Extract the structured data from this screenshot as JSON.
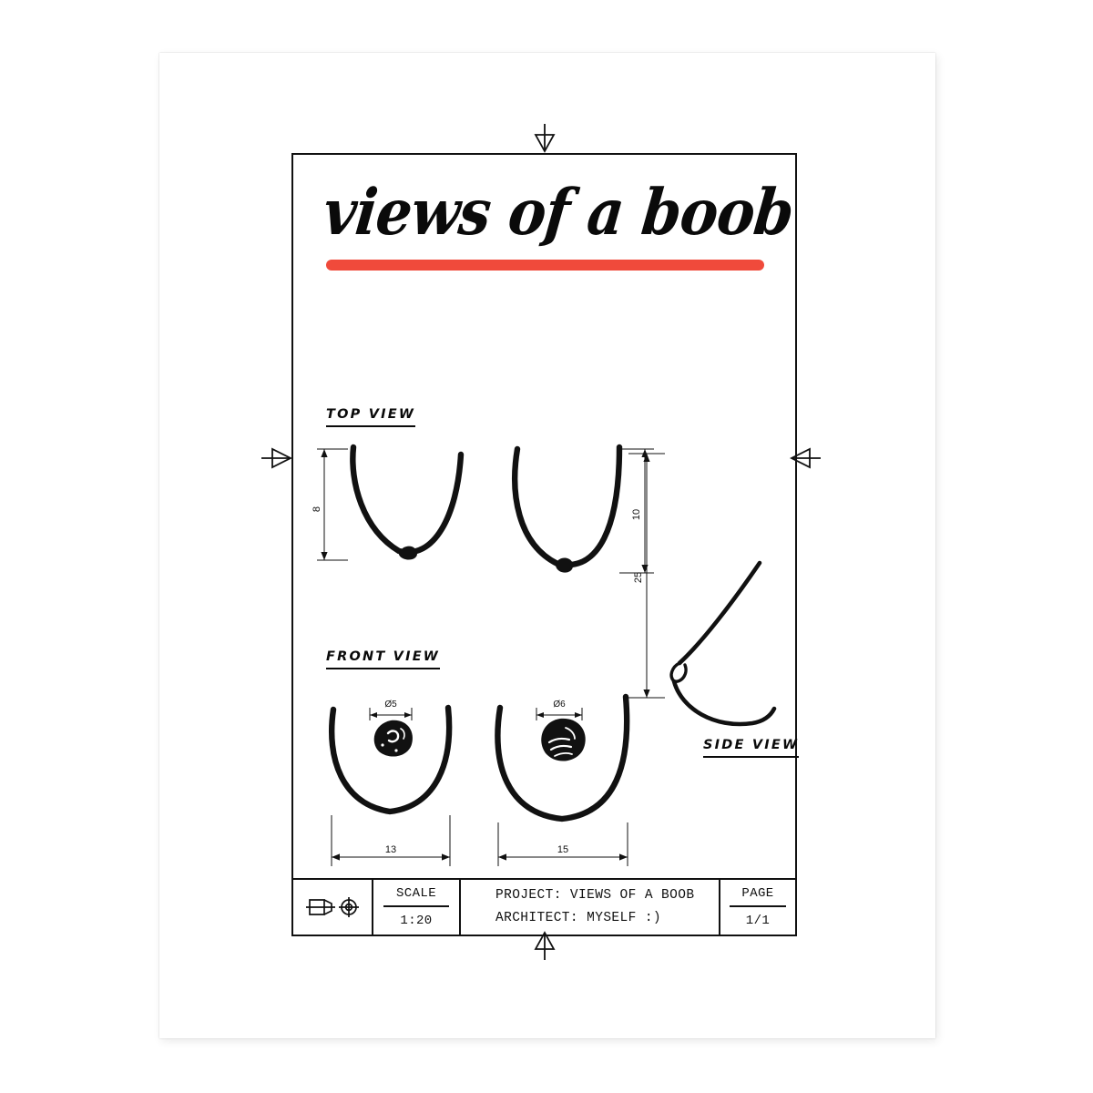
{
  "poster": {
    "title": "views of a boob",
    "title_underline_color": "#F04A3B",
    "background_color": "#ffffff",
    "ink_color": "#111111"
  },
  "labels": {
    "top_view": "TOP VIEW",
    "front_view": "FRONT VIEW",
    "side_view": "SIDE VIEW"
  },
  "dimensions": {
    "top_left_height": "8",
    "top_right_height": "10",
    "side_height": "25",
    "front_left_nipple": "Ø5",
    "front_right_nipple": "Ø6",
    "front_left_width": "13",
    "front_right_width": "15"
  },
  "titleblock": {
    "projection_symbol": "first-angle-projection-symbol",
    "scale_header": "SCALE",
    "scale_value": "1:20",
    "project_line": "PROJECT: VIEWS OF A BOOB",
    "architect_line": "ARCHITECT: MYSELF :)",
    "page_header": "PAGE",
    "page_value": "1/1"
  },
  "marks": {
    "top": "center-mark-top",
    "bottom": "center-mark-bottom",
    "left": "center-mark-left",
    "right": "center-mark-right"
  }
}
